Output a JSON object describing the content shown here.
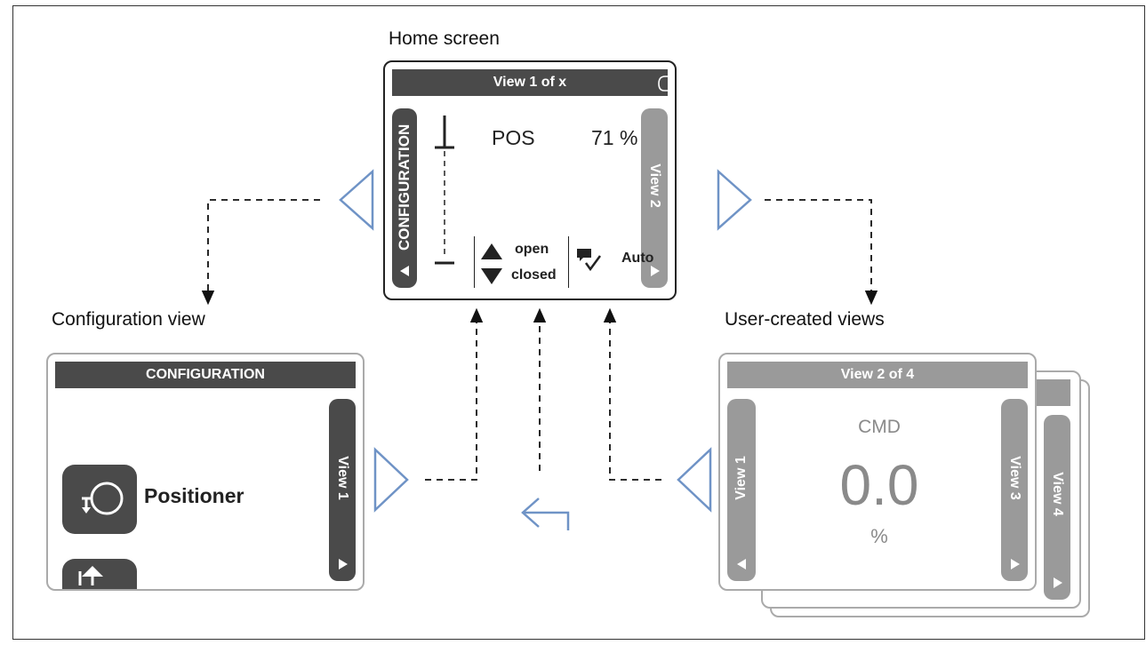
{
  "captions": {
    "home": "Home screen",
    "config": "Configuration view",
    "user": "User-created views"
  },
  "home": {
    "header": "View 1 of x",
    "left_tab": "CONFIGURATION",
    "right_tab": "View 2",
    "pos_label": "POS",
    "pos_value": "71 %",
    "open_label": "open",
    "closed_label": "closed",
    "mode_label": "Auto",
    "icons": [
      "hand-icon",
      "up-triangle-icon",
      "down-triangle-icon",
      "message-check-icon"
    ]
  },
  "config": {
    "header": "CONFIGURATION",
    "right_tab": "View 1",
    "item_label": "Positioner",
    "icons": [
      "positioner-icon"
    ]
  },
  "user": {
    "header": "View 2 of 4",
    "left_tab": "View 1",
    "right_tab": "View 3",
    "back_tab": "View 4",
    "cmd_label": "CMD",
    "cmd_value": "0.0",
    "cmd_unit": "%"
  },
  "colors": {
    "dark": "#4a4a4a",
    "grey": "#9a9a9a",
    "accent": "#6f93c6"
  }
}
